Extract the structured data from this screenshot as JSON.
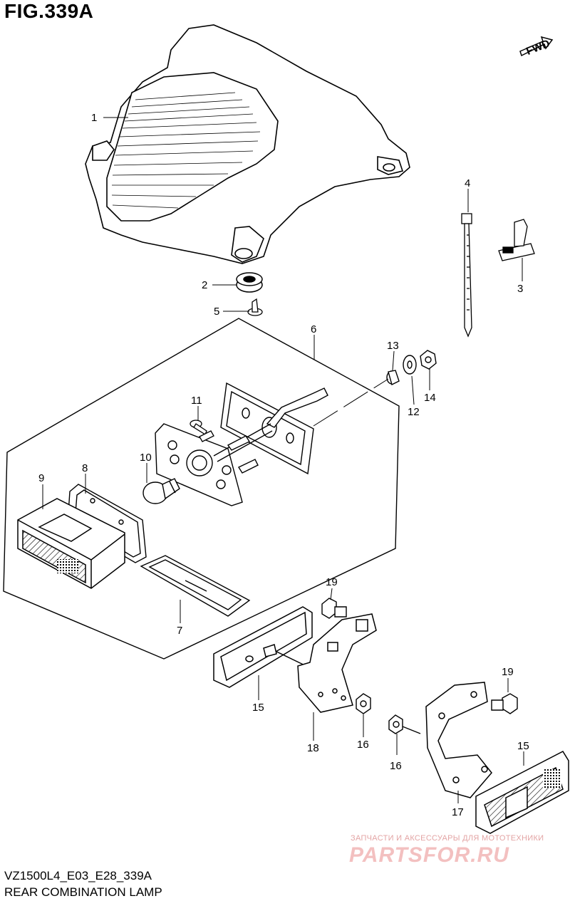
{
  "figure": {
    "title": "FIG.339A",
    "code": "VZ1500L4_E03_E28_339A",
    "name": "REAR COMBINATION LAMP",
    "fwd_label": "FWD"
  },
  "watermark": {
    "subtitle": "ЗАПЧАСТИ И АКСЕССУАРЫ ДЛЯ МОТОТЕХНИКИ",
    "logo": "PARTSFOR.RU"
  },
  "callouts": [
    {
      "id": "c1",
      "label": "1"
    },
    {
      "id": "c2",
      "label": "2"
    },
    {
      "id": "c3",
      "label": "3"
    },
    {
      "id": "c4",
      "label": "4"
    },
    {
      "id": "c5",
      "label": "5"
    },
    {
      "id": "c6",
      "label": "6"
    },
    {
      "id": "c7",
      "label": "7"
    },
    {
      "id": "c8",
      "label": "8"
    },
    {
      "id": "c9",
      "label": "9"
    },
    {
      "id": "c10",
      "label": "10"
    },
    {
      "id": "c11",
      "label": "11"
    },
    {
      "id": "c12",
      "label": "12"
    },
    {
      "id": "c13",
      "label": "13"
    },
    {
      "id": "c14",
      "label": "14"
    },
    {
      "id": "c15a",
      "label": "15"
    },
    {
      "id": "c15b",
      "label": "15"
    },
    {
      "id": "c16a",
      "label": "16"
    },
    {
      "id": "c16b",
      "label": "16"
    },
    {
      "id": "c17",
      "label": "17"
    },
    {
      "id": "c18",
      "label": "18"
    },
    {
      "id": "c19a",
      "label": "19"
    },
    {
      "id": "c19b",
      "label": "19"
    }
  ]
}
